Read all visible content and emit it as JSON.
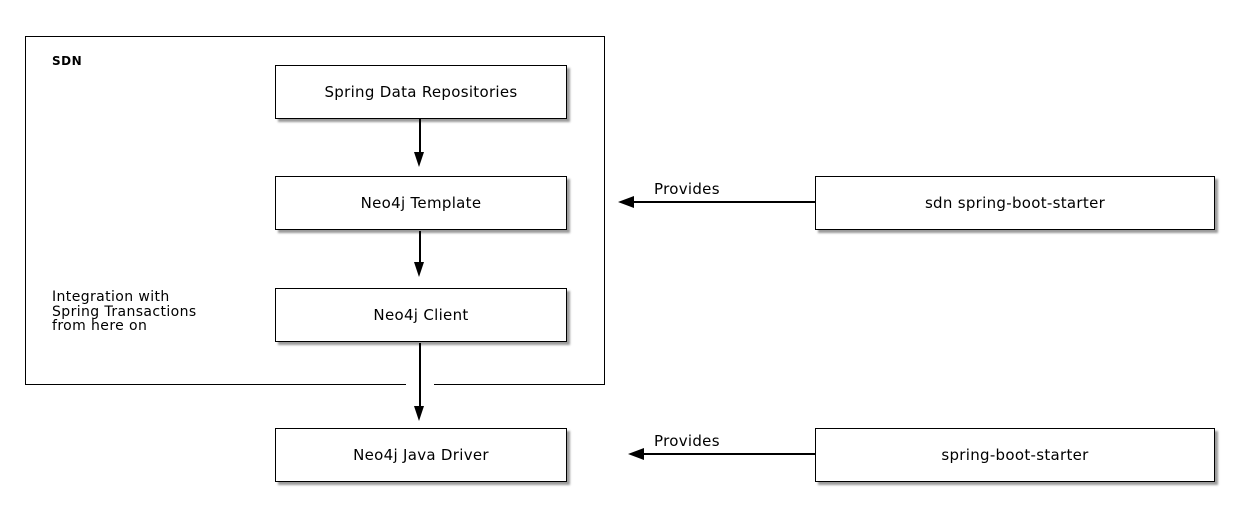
{
  "diagram": {
    "title_hint": "Spring Data Neo4j module architecture",
    "container": {
      "label": "SDN"
    },
    "nodes": {
      "spring_data_repositories": "Spring Data Repositories",
      "neo4j_template": "Neo4j Template",
      "neo4j_client": "Neo4j Client",
      "neo4j_java_driver": "Neo4j Java Driver",
      "sdn_spring_boot_starter": "sdn spring-boot-starter",
      "spring_boot_starter": "spring-boot-starter"
    },
    "annotation": "Integration with\nSpring Transactions\nfrom here on",
    "edges": {
      "flow": [
        {
          "from": "Spring Data Repositories",
          "to": "Neo4j Template"
        },
        {
          "from": "Neo4j Template",
          "to": "Neo4j Client"
        },
        {
          "from": "Neo4j Client",
          "to": "Neo4j Java Driver"
        }
      ],
      "provides_top": {
        "label": "Provides",
        "from": "sdn spring-boot-starter",
        "to": "Neo4j Template"
      },
      "provides_bottom": {
        "label": "Provides",
        "from": "spring-boot-starter",
        "to": "Neo4j Java Driver"
      }
    },
    "colors": {
      "background": "#ffffff",
      "line": "#000000",
      "node_fill": "#ffffff",
      "node_shadow": "#9b9b9b"
    }
  }
}
